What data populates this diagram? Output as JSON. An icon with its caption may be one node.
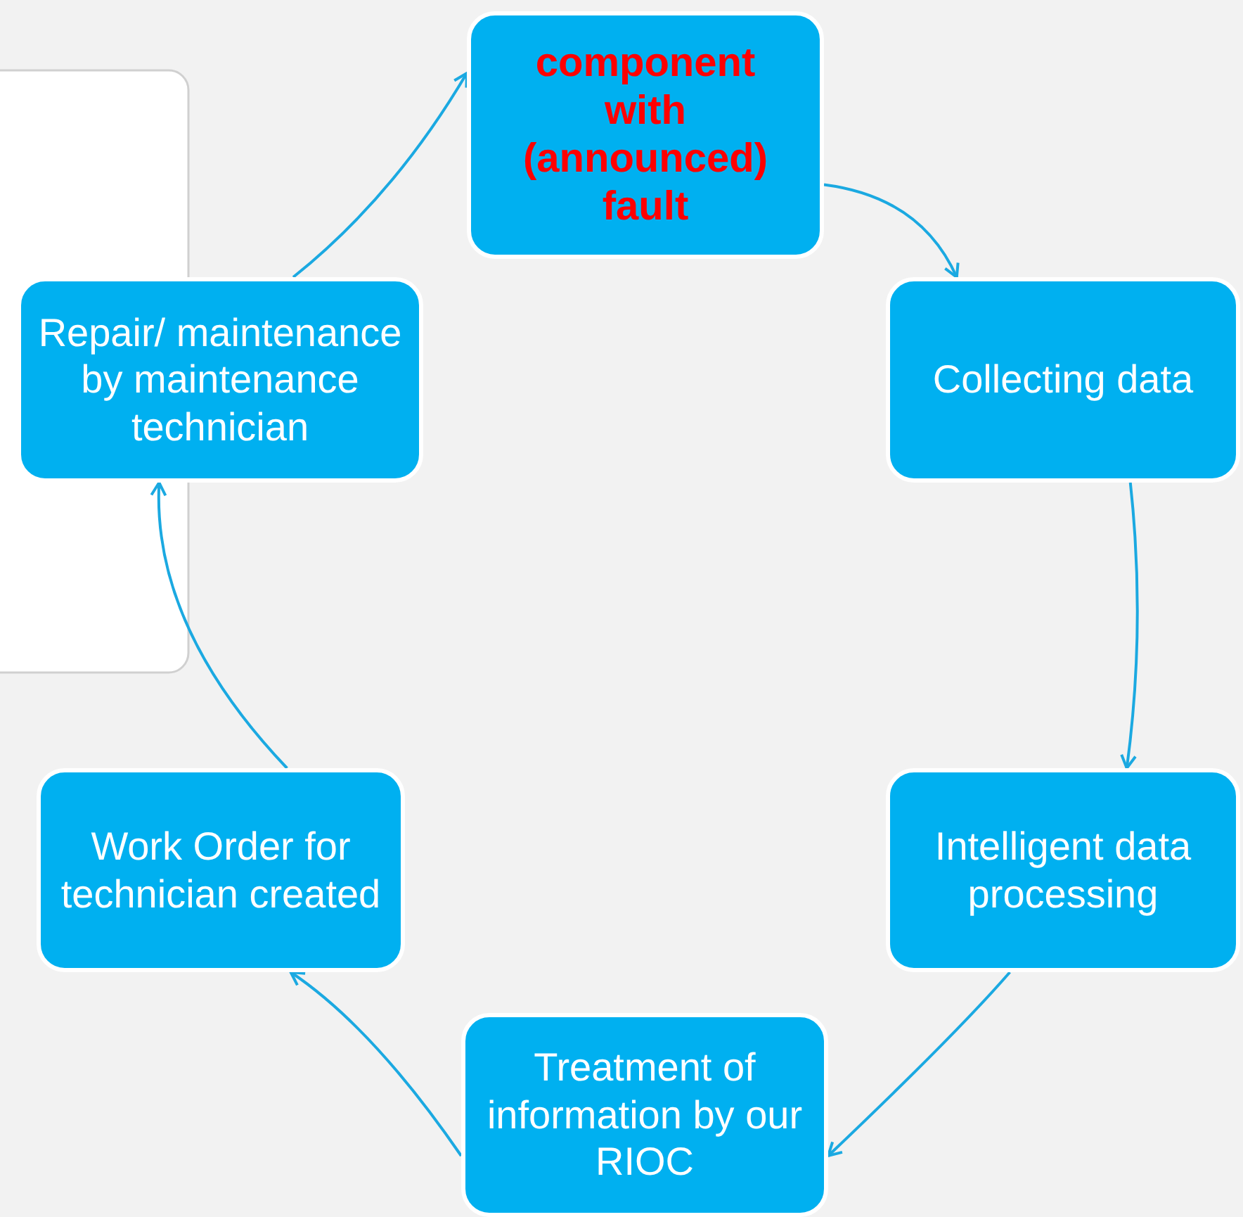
{
  "diagram": {
    "nodes": [
      {
        "text": [
          "component with (announced) fault"
        ]
      },
      {
        "text": [
          "Collecting data"
        ]
      },
      {
        "text": [
          "Intelligent data processing"
        ]
      },
      {
        "text": [
          "Treatment of information by our RIOC"
        ]
      },
      {
        "text": [
          "Work Order for technician created"
        ]
      },
      {
        "text": [
          "Repair/ maintenance by maintenance technician"
        ]
      }
    ],
    "edges": [
      {
        "from": 0,
        "to": 1,
        "arrow": "to"
      },
      {
        "from": 1,
        "to": 2,
        "arrow": "to"
      },
      {
        "from": 2,
        "to": 3,
        "arrow": "to"
      },
      {
        "from": 3,
        "to": 4,
        "arrow": "to"
      },
      {
        "from": 4,
        "to": 5,
        "arrow": "to"
      },
      {
        "from": 5,
        "to": 0,
        "arrow": "to"
      }
    ]
  }
}
